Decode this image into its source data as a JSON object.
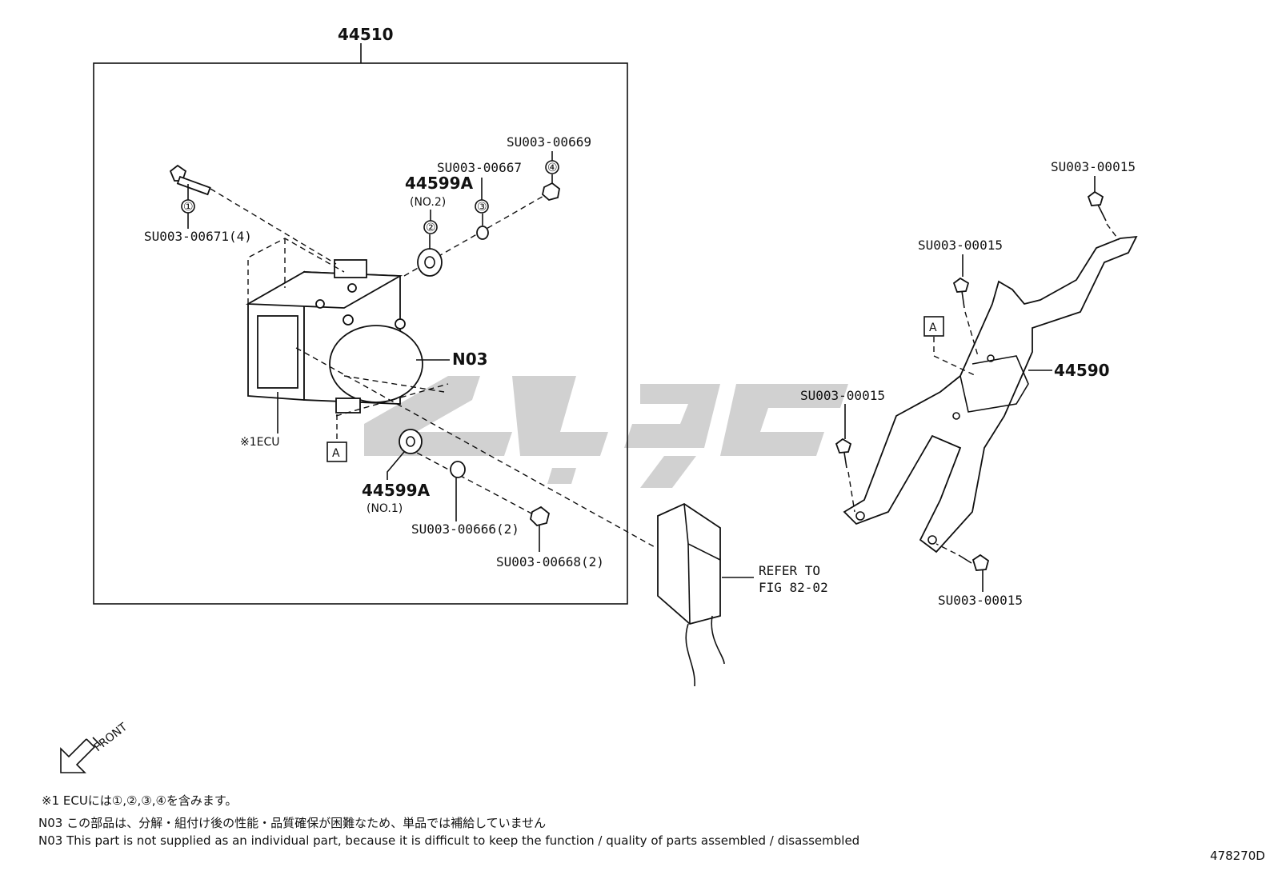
{
  "assembly_label": "44510",
  "parts": {
    "bolt_1": "SU003-00671(4)",
    "cushion_no2": "44599A",
    "cushion_no2_sub": "(NO.2)",
    "washer_3": "SU003-00667",
    "nut_4": "SU003-00669",
    "n03": "N03",
    "ecu": "※1ECU",
    "ref_a": "A",
    "cushion_no1": "44599A",
    "cushion_no1_sub": "(NO.1)",
    "washer_2x": "SU003-00666(2)",
    "nut_2x": "SU003-00668(2)",
    "refer_line1": "REFER TO",
    "refer_line2": "FIG 82-02",
    "bracket": "44590",
    "bracket_bolt_top": "SU003-00015",
    "bracket_bolt_mid": "SU003-00015",
    "bracket_bolt_left": "SU003-00015",
    "bracket_bolt_bottom": "SU003-00015",
    "bracket_ref_a": "A"
  },
  "circled": {
    "c1": "①",
    "c2": "②",
    "c3": "③",
    "c4": "④"
  },
  "front_label": "FRONT",
  "notes": {
    "note1": "※1 ECUには①,②,③,④を含みます。",
    "note2": "N03  この部品は、分解・組付け後の性能・品質確保が困難なため、単品では補給していません",
    "note3": "N03  This part is not supplied as an individual part, because it is difficult to keep the function / quality of parts  assembled / disassembled"
  },
  "figure_id": "478270D"
}
